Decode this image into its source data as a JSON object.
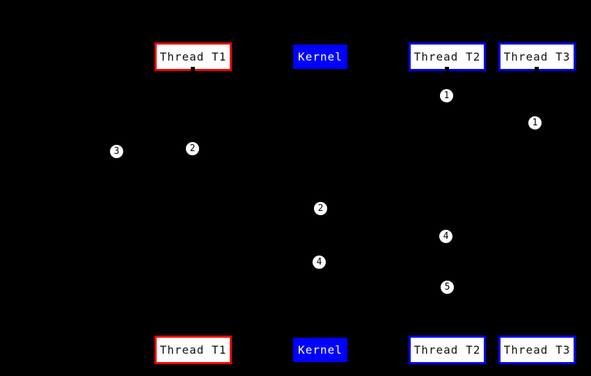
{
  "diagram_type": "thread-kernel-sequence-diagram",
  "nodes": {
    "top": [
      {
        "id": "thread-t1",
        "label": "Thread T1"
      },
      {
        "id": "kernel",
        "label": "Kernel"
      },
      {
        "id": "thread-t2",
        "label": "Thread T2"
      },
      {
        "id": "thread-t3",
        "label": "Thread T3"
      }
    ],
    "bottom": [
      {
        "id": "thread-t1",
        "label": "Thread T1"
      },
      {
        "id": "kernel",
        "label": "Kernel"
      },
      {
        "id": "thread-t2",
        "label": "Thread T2"
      },
      {
        "id": "thread-t3",
        "label": "Thread T3"
      }
    ]
  },
  "badges": [
    {
      "label": "1"
    },
    {
      "label": "1"
    },
    {
      "label": "3"
    },
    {
      "label": "2"
    },
    {
      "label": "2"
    },
    {
      "label": "4"
    },
    {
      "label": "4"
    },
    {
      "label": "5"
    }
  ],
  "colors": {
    "background": "#000000",
    "thread_t1_border": "#ff0000",
    "thread_t2_t3_border": "#0000ff",
    "kernel_fill": "#0000ff",
    "node_fill": "#ffffff",
    "node_text": "#000000",
    "kernel_text": "#ffffff",
    "badge_fill": "#ffffff",
    "badge_text": "#000000"
  }
}
